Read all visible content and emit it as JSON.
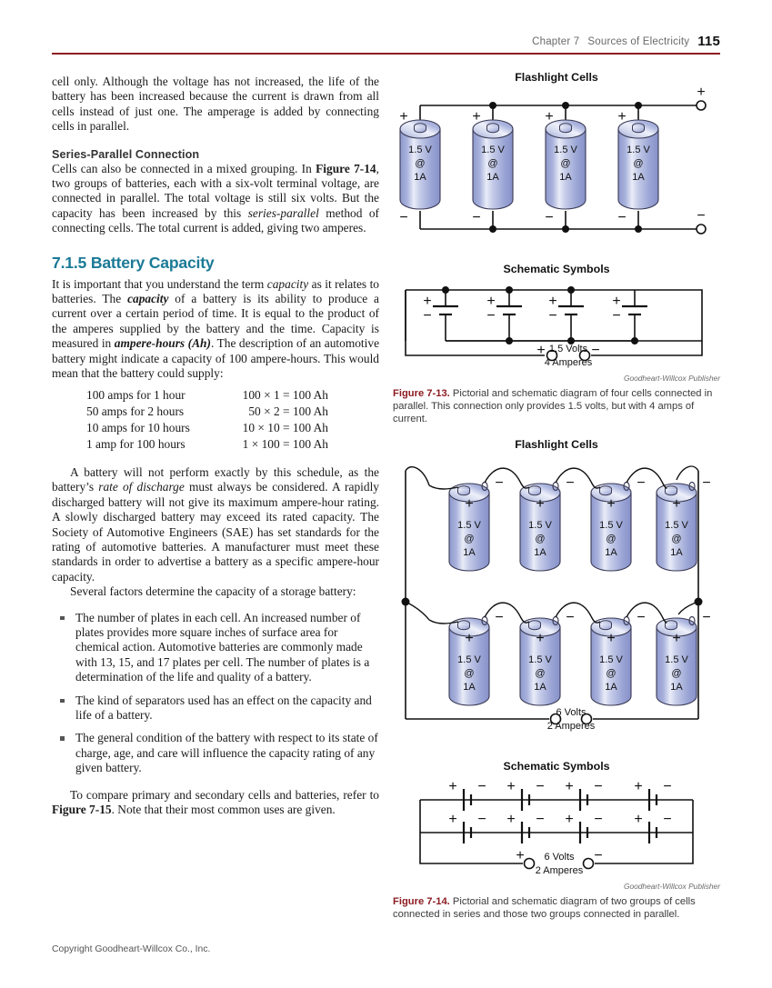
{
  "header": {
    "chapter": "Chapter 7",
    "chapter_title": "Sources of Electricity",
    "page_number": "115"
  },
  "left_column": {
    "para_1": "cell only. Although the voltage has not increased, the life of the battery has been increased because the current is drawn from all cells instead of just one. The amperage is added by connecting cells in parallel.",
    "subheading_series_parallel": "Series-Parallel Connection",
    "para_2_a": "Cells can also be connected in a mixed grouping. In ",
    "para_2_fig_ref": "Figure 7-14",
    "para_2_b": ", two groups of batteries, each with a six-volt terminal voltage, are connected in parallel. The total voltage is still six volts. But the capacity has been increased by this ",
    "para_2_italic": "series-parallel",
    "para_2_c": " method of connecting cells. The total current is added, giving two amperes.",
    "section_heading": "7.1.5 Battery Capacity",
    "para_3_a": "It is important that you understand the term ",
    "para_3_italic_1": "capacity",
    "para_3_b": " as it relates to batteries. The ",
    "para_3_bold_1": "capacity",
    "para_3_c": " of a battery is its ability to produce a current over a certain period of time. It is equal to the product of the amperes supplied by the battery and the time. Capacity is measured in ",
    "para_3_bold_2": "ampere-hours (Ah)",
    "para_3_d": ". The description of an automotive battery might indicate a capacity of 100 ampere-hours. This would mean that the battery could supply:",
    "calc_rows": [
      {
        "label": "100 amps for 1 hour",
        "equation": "100 × 1 = 100 Ah"
      },
      {
        "label": "50 amps for 2 hours",
        "equation": "50 × 2 = 100 Ah"
      },
      {
        "label": "10 amps for 10 hours",
        "equation": "10 × 10 = 100 Ah"
      },
      {
        "label": "1 amp for 100 hours",
        "equation": "1 × 100 = 100 Ah"
      }
    ],
    "para_4_a": "A battery will not perform exactly by this schedule, as the battery’s ",
    "para_4_italic": "rate of discharge",
    "para_4_b": " must always be considered. A rapidly discharged battery will not give its maximum ampere-hour rating. A slowly discharged battery may exceed its rated capacity. The Society of Automotive Engineers (SAE) has set standards for the rating of automotive batteries. A manufacturer must meet these standards in order to advertise a battery as a specific ampere-hour capacity.",
    "para_5": "Several factors determine the capacity of a storage battery:",
    "bullets": [
      "The number of plates in each cell. An increased number of plates provides more square inches of surface area for chemical action. Automotive batteries are commonly made with 13, 15, and 17 plates per cell. The number of plates is a determination of the life and quality of a battery.",
      "The kind of separators used has an effect on the capacity and life of a battery.",
      "The general condition of the battery with respect to its state of charge, age, and care will influence the capacity rating of any given battery."
    ],
    "para_6_a": "To compare primary and secondary cells and batteries, refer to ",
    "para_6_fig_ref": "Figure 7-15",
    "para_6_b": ". Note that their most common uses are given.",
    "copyright": "Copyright Goodheart-Willcox Co., Inc."
  },
  "figure_7_13": {
    "pictorial_title": "Flashlight Cells",
    "schematic_title": "Schematic Symbols",
    "cells": [
      {
        "voltage": "1.5 V",
        "at": "@",
        "current": "1A",
        "plus": "+",
        "minus": "−"
      },
      {
        "voltage": "1.5 V",
        "at": "@",
        "current": "1A",
        "plus": "+",
        "minus": "−"
      },
      {
        "voltage": "1.5 V",
        "at": "@",
        "current": "1A",
        "plus": "+",
        "minus": "−"
      },
      {
        "voltage": "1.5 V",
        "at": "@",
        "current": "1A",
        "plus": "+",
        "minus": "−"
      }
    ],
    "terminal_plus": "+",
    "terminal_minus": "−",
    "output_line_1": "1.5 Volts",
    "output_line_2": "4 Amperes",
    "credit": "Goodheart-Willcox Publisher",
    "caption_number": "Figure 7-13.",
    "caption_text": " Pictorial and schematic diagram of four cells connected in parallel. This connection only provides 1.5 volts, but with 4 amps of current."
  },
  "figure_7_14": {
    "pictorial_title": "Flashlight Cells",
    "schematic_title": "Schematic Symbols",
    "cells": [
      {
        "voltage": "1.5 V",
        "at": "@",
        "current": "1A",
        "plus": "+",
        "minus": "−"
      },
      {
        "voltage": "1.5 V",
        "at": "@",
        "current": "1A",
        "plus": "+",
        "minus": "−"
      },
      {
        "voltage": "1.5 V",
        "at": "@",
        "current": "1A",
        "plus": "+",
        "minus": "−"
      },
      {
        "voltage": "1.5 V",
        "at": "@",
        "current": "1A",
        "plus": "+",
        "minus": "−"
      },
      {
        "voltage": "1.5 V",
        "at": "@",
        "current": "1A",
        "plus": "+",
        "minus": "−"
      },
      {
        "voltage": "1.5 V",
        "at": "@",
        "current": "1A",
        "plus": "+",
        "minus": "−"
      },
      {
        "voltage": "1.5 V",
        "at": "@",
        "current": "1A",
        "plus": "+",
        "minus": "−"
      },
      {
        "voltage": "1.5 V",
        "at": "@",
        "current": "1A",
        "plus": "+",
        "minus": "−"
      }
    ],
    "terminal_plus": "+",
    "terminal_minus": "−",
    "output_line_1": "6 Volts",
    "output_line_2": "2 Amperes",
    "credit": "Goodheart-Willcox Publisher",
    "caption_number": "Figure 7-14.",
    "caption_text": " Pictorial and schematic diagram of two groups of cells connected in series and those two groups connected in parallel."
  },
  "colors": {
    "accent_red": "#8c1c22",
    "section_heading_teal": "#1a7a96",
    "cell_blue_light": "#e6e9f7",
    "cell_blue_mid": "#9aa4d4",
    "cell_blue_dark": "#7b87c4"
  }
}
